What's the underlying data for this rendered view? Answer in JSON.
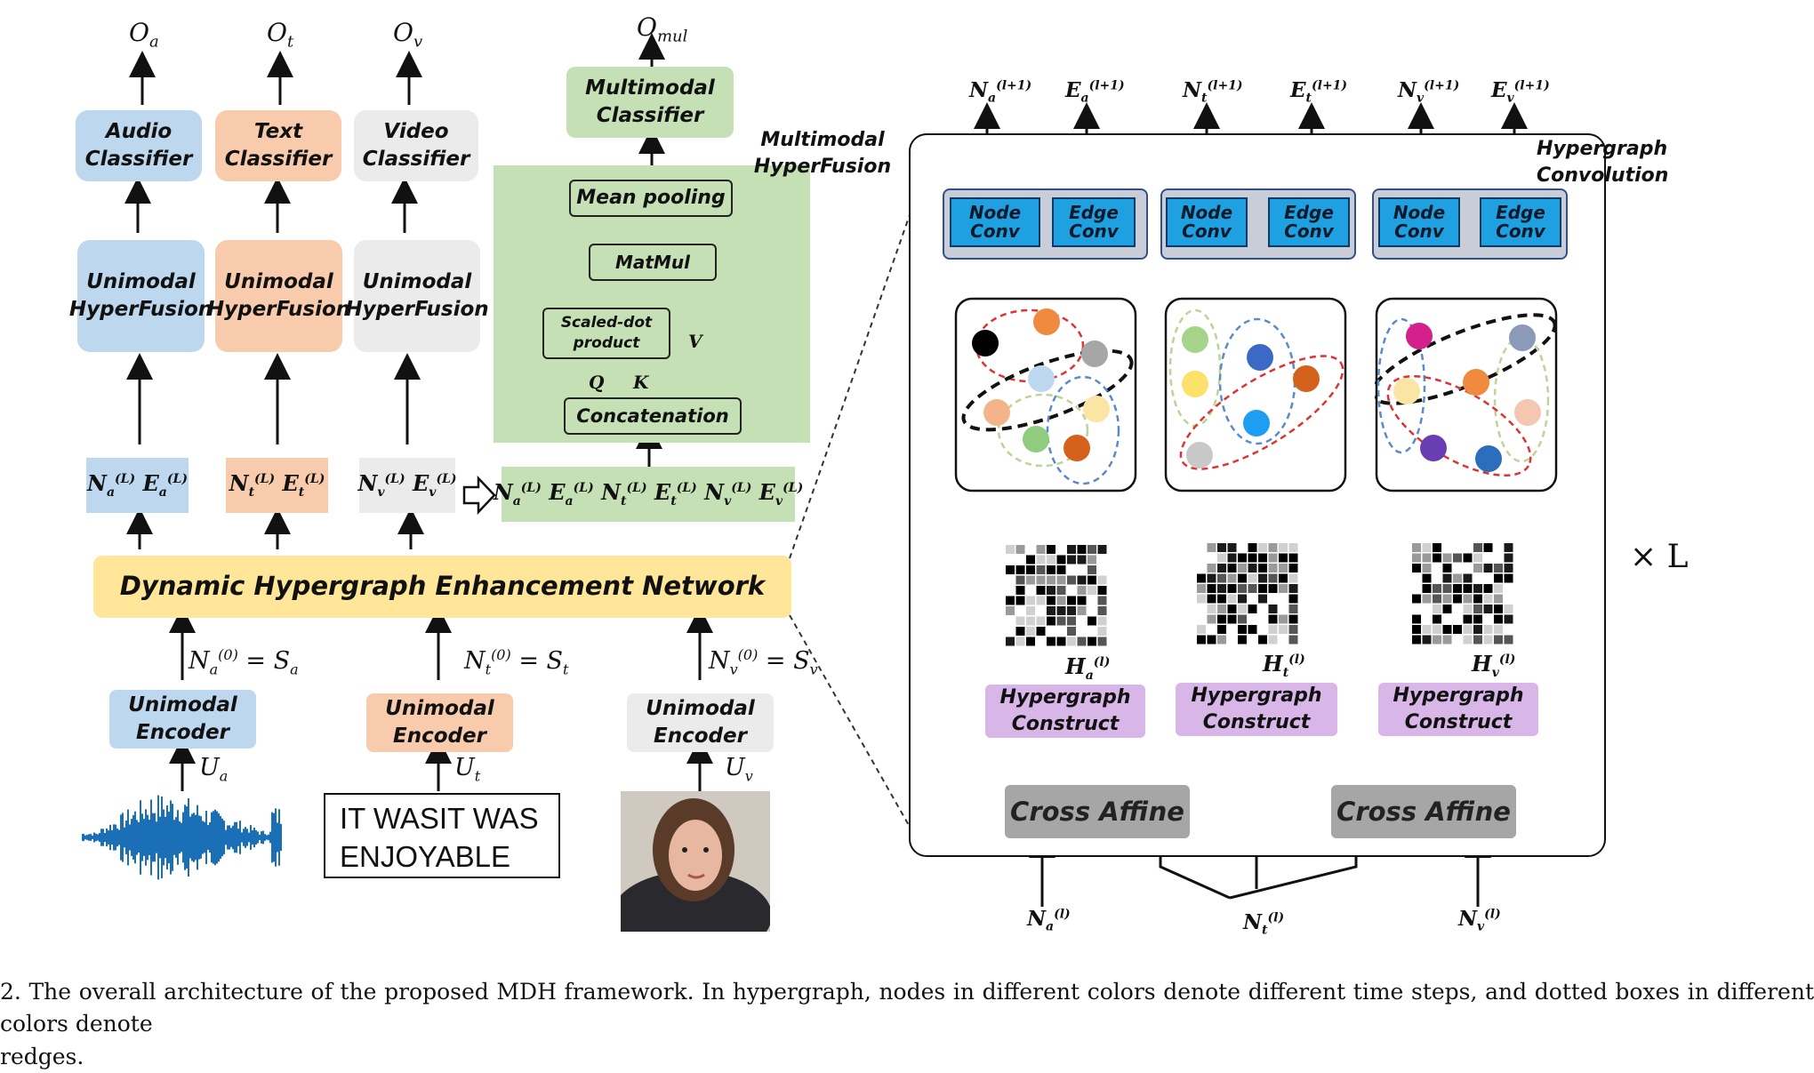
{
  "outputs": {
    "audio": "O_a",
    "text": "O_t",
    "video": "O_v",
    "multimodal": "O_mul"
  },
  "classifiers": {
    "audio": "Audio\nClassifier",
    "text": "Text\nClassifier",
    "video": "Video\nClassifier",
    "multimodal": "Multimodal\nClassifier"
  },
  "hyperfusion": {
    "audio": "Unimodal\nHyperFusion",
    "text": "Unimodal\nHyperFusion",
    "video": "Unimodal\nHyperFusion"
  },
  "multimodal_block": {
    "title": "Multimodal HyperFusion",
    "mean_pooling": "Mean pooling",
    "matmul": "MatMul",
    "scaled_dot": "Scaled-dot\nproduct",
    "concatenation": "Concatenation",
    "q": "Q",
    "k": "K",
    "v": "V"
  },
  "network_title": "Dynamic Hypergraph Enhancement Network",
  "encoders": {
    "audio": "Unimodal\nEncoder",
    "text": "Unimodal\nEncoder",
    "video": "Unimodal\nEncoder"
  },
  "inputs": {
    "audio": "U_a",
    "text": "U_t",
    "video": "U_v",
    "transcript": "IT WASIT WAS\nENJOYABLE"
  },
  "hypergraph": {
    "title": "Hypergraph\nConvolution",
    "node_conv": "Node\nConv",
    "edge_conv": "Edge\nConv",
    "construct": "Hypergraph\nConstruct",
    "cross_affine": "Cross Affine",
    "repeat": "× L"
  },
  "colors": {
    "blue_box": "#bdd7ee",
    "orange_box": "#f8cbad",
    "grey_box": "#ebebeb",
    "green_box": "#c5e0b4",
    "yellow_box": "#ffe699",
    "purple_box": "#d9b6e8",
    "conv_box": "#1fa0e0",
    "cross_affine": "#a6a6a6"
  },
  "caption": "2. The overall architecture of the proposed MDH framework. In hypergraph, nodes in different colors denote different time steps, and dotted boxes in different colors denote\nredges."
}
